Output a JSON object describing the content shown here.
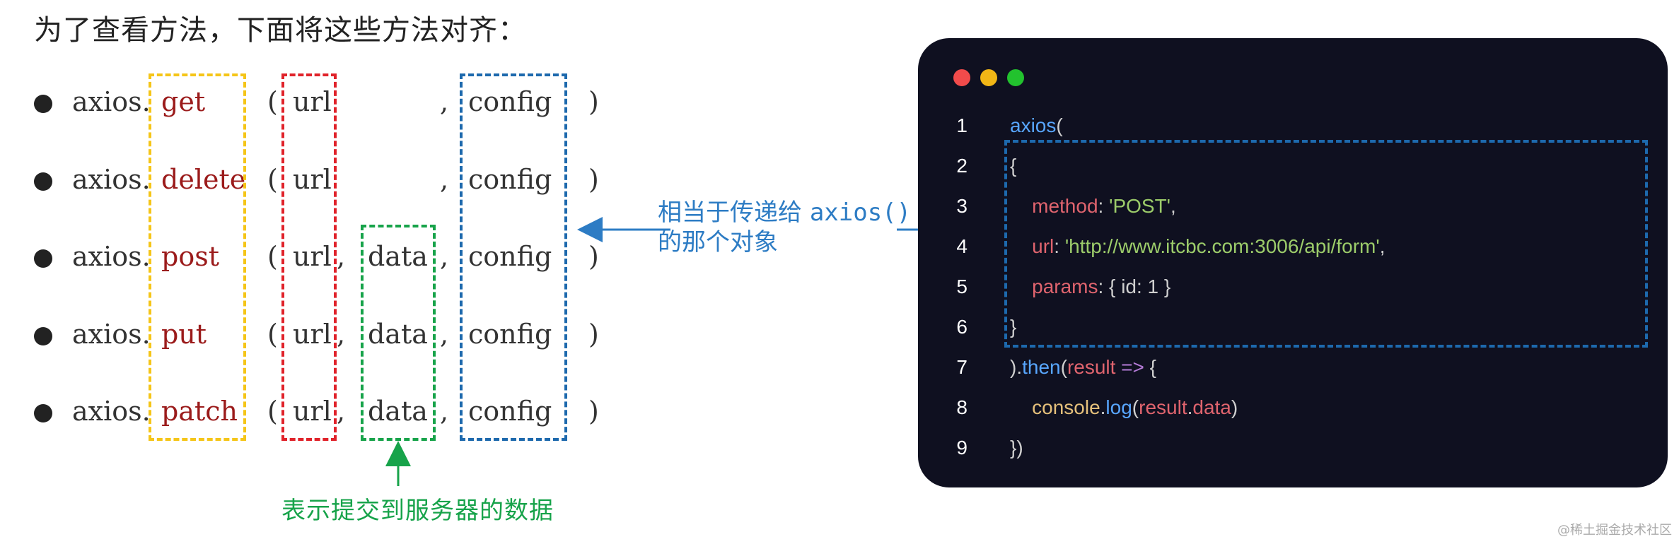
{
  "heading": "为了查看方法，下面将这些方法对齐：",
  "rows": [
    {
      "obj": "axios.",
      "method": "get",
      "open": "(",
      "url": "url",
      "comma1": "",
      "data": "",
      "comma2": ",",
      "config": "config",
      "close": ")"
    },
    {
      "obj": "axios.",
      "method": "delete",
      "open": "(",
      "url": "url",
      "comma1": "",
      "data": "",
      "comma2": ",",
      "config": "config",
      "close": ")"
    },
    {
      "obj": "axios.",
      "method": "post",
      "open": "(",
      "url": "url",
      "comma1": ",",
      "data": "data",
      "comma2": ",",
      "config": "config",
      "close": ")"
    },
    {
      "obj": "axios.",
      "method": "put",
      "open": "(",
      "url": "url",
      "comma1": ",",
      "data": "data",
      "comma2": ",",
      "config": "config",
      "close": ")"
    },
    {
      "obj": "axios.",
      "method": "patch",
      "open": "(",
      "url": "url",
      "comma1": ",",
      "data": "data",
      "comma2": ",",
      "config": "config",
      "close": ")"
    }
  ],
  "data_caption": "表示提交到服务器的数据",
  "middle_caption": {
    "line1_text": "相当于传递给 ",
    "line1_code": "axios()",
    "line2": "的那个对象"
  },
  "colors": {
    "methods_box": "#f5c518",
    "url_box": "#e0222a",
    "data_box": "#17a34a",
    "config_box": "#1d69ad",
    "arrow_blue": "#2d7cc4",
    "code_bg": "#0f1020"
  },
  "code": {
    "lines": [
      {
        "num": "1",
        "parts": [
          {
            "t": "axios",
            "c": "c-fn"
          },
          {
            "t": "(",
            "c": "c-punc"
          }
        ]
      },
      {
        "num": "2",
        "parts": [
          {
            "t": "{",
            "c": "c-punc"
          }
        ]
      },
      {
        "num": "3",
        "parts": [
          {
            "t": "    ",
            "c": "c-punc"
          },
          {
            "t": "method",
            "c": "c-key"
          },
          {
            "t": ": ",
            "c": "c-punc"
          },
          {
            "t": "'POST'",
            "c": "c-str"
          },
          {
            "t": ",",
            "c": "c-punc"
          }
        ]
      },
      {
        "num": "4",
        "parts": [
          {
            "t": "    ",
            "c": "c-punc"
          },
          {
            "t": "url",
            "c": "c-key"
          },
          {
            "t": ": ",
            "c": "c-punc"
          },
          {
            "t": "'http://www.itcbc.com:3006/api/form'",
            "c": "c-str"
          },
          {
            "t": ",",
            "c": "c-punc"
          }
        ]
      },
      {
        "num": "5",
        "parts": [
          {
            "t": "    ",
            "c": "c-punc"
          },
          {
            "t": "params",
            "c": "c-key"
          },
          {
            "t": ": { id: 1 }",
            "c": "c-punc"
          }
        ]
      },
      {
        "num": "6",
        "parts": [
          {
            "t": "}",
            "c": "c-punc"
          }
        ]
      },
      {
        "num": "7",
        "parts": [
          {
            "t": ").",
            "c": "c-punc"
          },
          {
            "t": "then",
            "c": "c-fn"
          },
          {
            "t": "(",
            "c": "c-punc"
          },
          {
            "t": "result",
            "c": "c-var"
          },
          {
            "t": " => ",
            "c": "c-op"
          },
          {
            "t": "{",
            "c": "c-punc"
          }
        ]
      },
      {
        "num": "8",
        "parts": [
          {
            "t": "    ",
            "c": "c-punc"
          },
          {
            "t": "console",
            "c": "c-obj"
          },
          {
            "t": ".",
            "c": "c-punc"
          },
          {
            "t": "log",
            "c": "c-fn"
          },
          {
            "t": "(",
            "c": "c-punc"
          },
          {
            "t": "result",
            "c": "c-var"
          },
          {
            "t": ".",
            "c": "c-punc"
          },
          {
            "t": "data",
            "c": "c-var"
          },
          {
            "t": ")",
            "c": "c-punc"
          }
        ]
      },
      {
        "num": "9",
        "parts": [
          {
            "t": "})",
            "c": "c-punc"
          }
        ]
      }
    ]
  },
  "watermark": "@稀土掘金技术社区"
}
